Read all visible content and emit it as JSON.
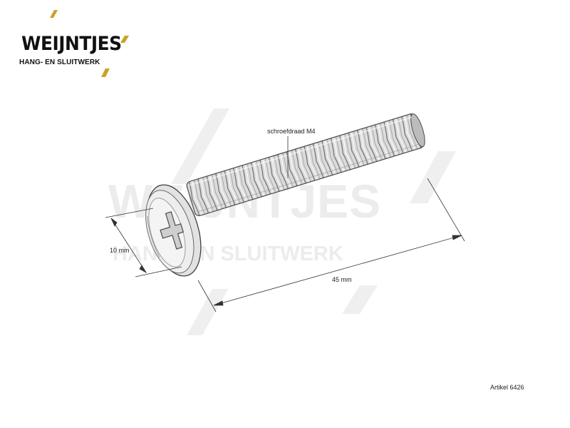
{
  "brand": {
    "name": "WEIJNTJES",
    "tagline": "HANG- EN SLUITWERK",
    "accent_color": "#c9a227",
    "text_color": "#111111"
  },
  "watermark": {
    "name": "WEIJNTJES",
    "tagline": "HANG- EN SLUITWERK"
  },
  "drawing": {
    "subject_icon": "screw-icon",
    "callout_thread": "schroefdraad M4",
    "dim_head_diameter": "10 mm",
    "dim_length": "45 mm"
  },
  "footer": {
    "article": "Artikel 6426"
  }
}
